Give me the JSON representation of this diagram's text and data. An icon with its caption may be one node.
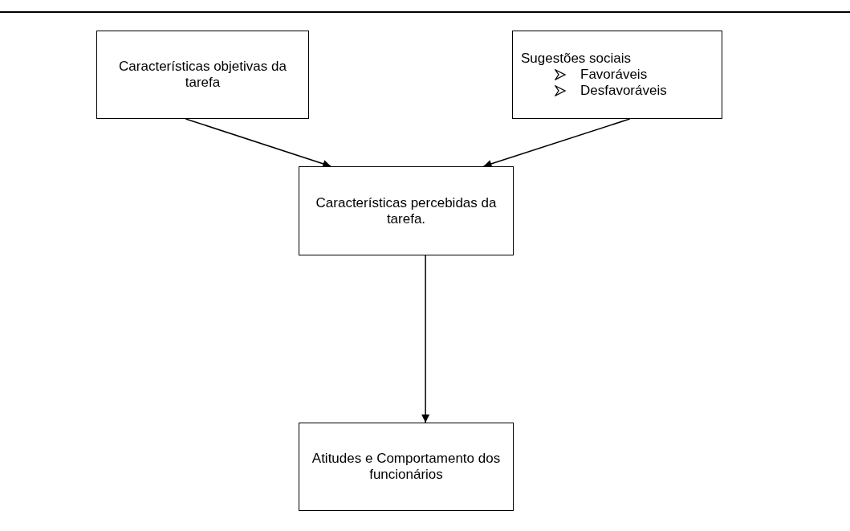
{
  "diagram": {
    "nodes": [
      {
        "text": [
          "Características objetivas da tarefa"
        ]
      },
      {
        "text": [
          "Sugestões sociais",
          "Favoráveis",
          "Desfavoráveis"
        ]
      },
      {
        "text": [
          "Características percebidas da tarefa."
        ]
      },
      {
        "text": [
          "Atitudes e Comportamento dos funcionários"
        ]
      }
    ],
    "edges": [
      {
        "from": 0,
        "to": 2,
        "arrow": "to"
      },
      {
        "from": 1,
        "to": 2,
        "arrow": "to"
      },
      {
        "from": 2,
        "to": 3,
        "arrow": "to"
      }
    ]
  }
}
